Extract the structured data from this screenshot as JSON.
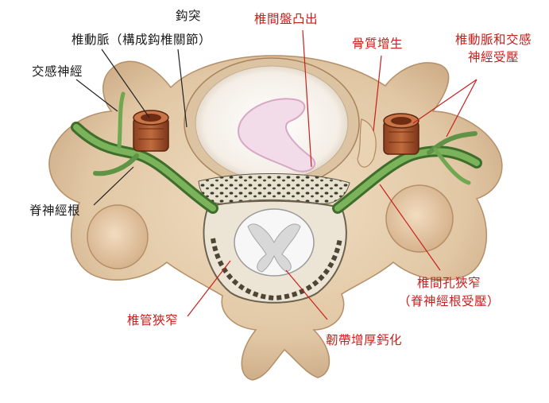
{
  "labels": {
    "uncinate_process": "鈎突",
    "vertebral_artery_left_line1": "椎動脈（構成鈎椎關節）",
    "sympathetic_nerve": "交感神經",
    "spinal_nerve_root": "脊神經根",
    "disc_herniation": "椎間盤凸出",
    "bone_hyperplasia": "骨質增生",
    "artery_nerve_compressed_line1": "椎動脈和交感",
    "artery_nerve_compressed_line2": "神經受壓",
    "foramen_stenosis_line1": "椎間孔狹窄",
    "foramen_stenosis_line2": "（脊神經根受壓）",
    "canal_stenosis": "椎管狹窄",
    "ligament_calcification": "韌帶增厚鈣化"
  },
  "colors": {
    "bone": "#e7d1b3",
    "bone_dark": "#c9aa86",
    "artery": "#b4582f",
    "nerve": "#5d8f45",
    "label_red": "#c8201e",
    "label_black": "#1a1a1a"
  }
}
